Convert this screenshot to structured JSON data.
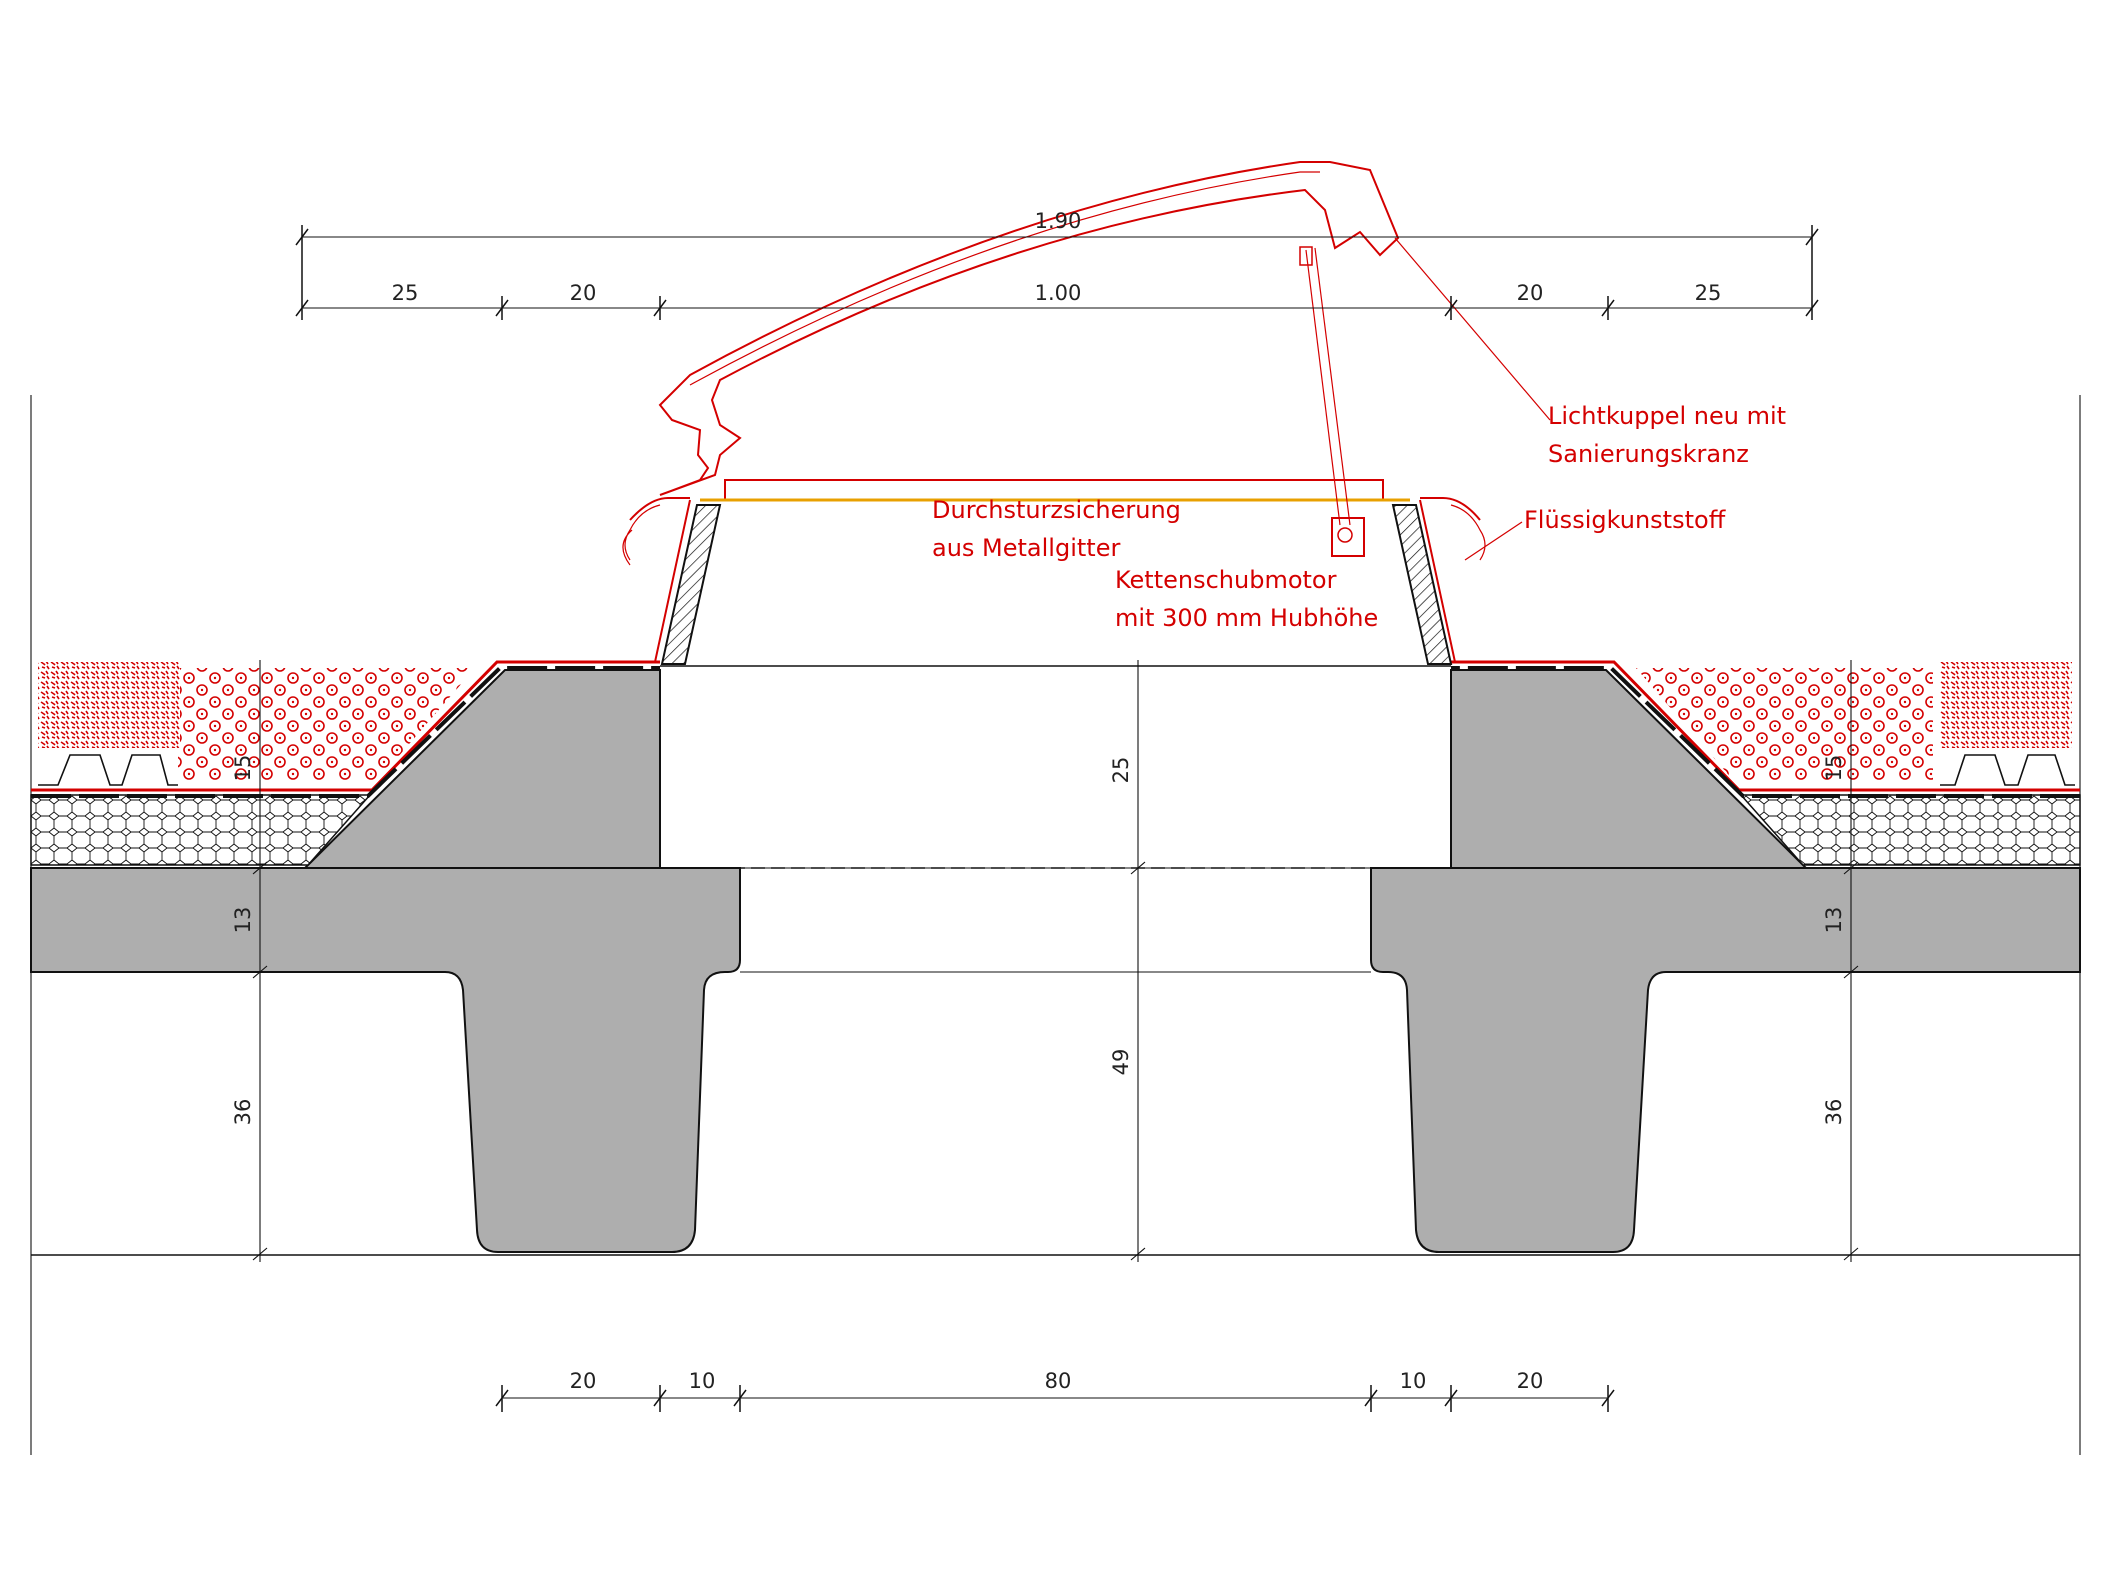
{
  "dimensions_top": {
    "overall": "1.90",
    "segments": [
      "25",
      "20",
      "1.00",
      "20",
      "25"
    ]
  },
  "dimensions_bottom": {
    "segments": [
      "20",
      "10",
      "80",
      "10",
      "20"
    ]
  },
  "dimensions_vertical": {
    "upstand": "25",
    "opening": "49",
    "left_slab": "13",
    "left_rib": "36",
    "right_slab": "13",
    "right_rib": "36",
    "left_edge": "15",
    "right_edge": "15"
  },
  "annotations": {
    "dome_line1": "Lichtkuppel neu mit",
    "dome_line2": "Sanierungskranz",
    "guard_line1": "Durchsturzsicherung",
    "guard_line2": "aus Metallgitter",
    "liquid": "Flüssigkunststoff",
    "motor_line1": "Kettenschubmotor",
    "motor_line2": "mit 300 mm Hubhöhe"
  },
  "colors": {
    "line": "#111111",
    "annotation": "#d40000",
    "concrete": "#aeaeae",
    "background": "#ffffff"
  }
}
